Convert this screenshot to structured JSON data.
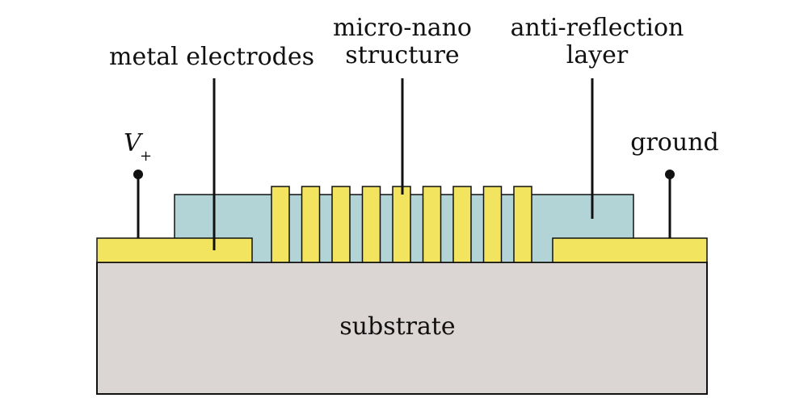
{
  "labels": {
    "metal_electrodes": "metal electrodes",
    "micro_nano_line1": "micro-nano",
    "micro_nano_line2": "structure",
    "anti_reflection_line1": "anti-reflection",
    "anti_reflection_line2": "layer",
    "ground": "ground",
    "v_plus_main": "V",
    "v_plus_sub": "+",
    "substrate": "substrate"
  },
  "colors": {
    "substrate": "#dbd5d3",
    "anti_reflection": "#b3d4d7",
    "metal": "#f2e45e",
    "stroke": "#111111"
  },
  "structure": {
    "grating_bar_count": 9
  }
}
